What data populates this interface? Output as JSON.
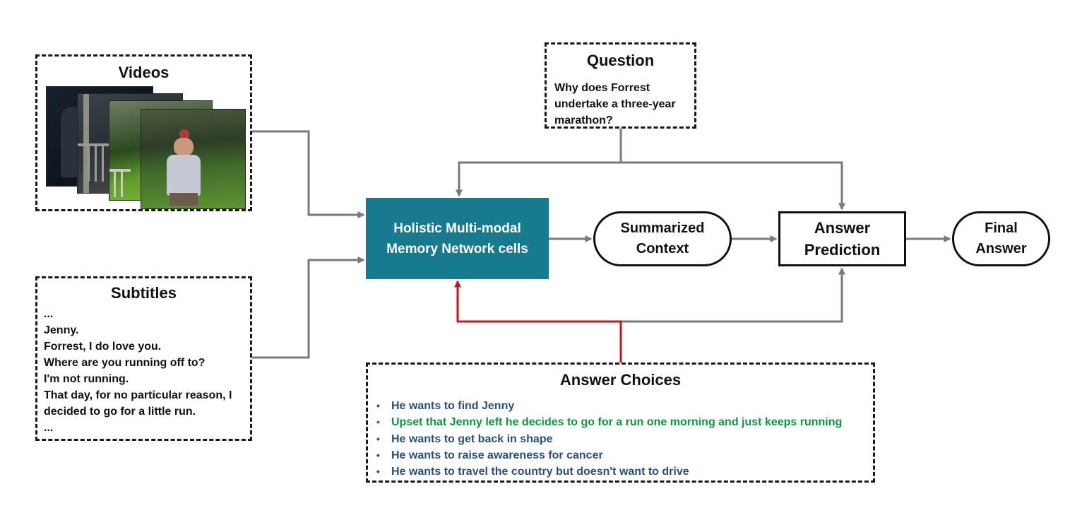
{
  "videos": {
    "title": "Videos"
  },
  "subtitles": {
    "title": "Subtitles",
    "lines": [
      "...",
      "Jenny.",
      "Forrest, I do love you.",
      "Where are you running off to?",
      "I'm not running.",
      "That day, for no particular reason, I",
      "decided to go for a little run.",
      "..."
    ]
  },
  "question": {
    "title": "Question",
    "text": "Why does Forrest undertake a three-year marathon?"
  },
  "memory_network": {
    "line1": "Holistic Multi-modal",
    "line2": "Memory Network cells"
  },
  "summarized_context": {
    "line1": "Summarized",
    "line2": "Context"
  },
  "answer_prediction": {
    "line1": "Answer",
    "line2": "Prediction"
  },
  "final_answer": {
    "line1": "Final",
    "line2": "Answer"
  },
  "answer_choices": {
    "title": "Answer Choices",
    "bullet": "•",
    "items": [
      {
        "text": "He wants to find Jenny",
        "correct": false
      },
      {
        "text": "Upset that Jenny left he decides to go for a run one morning and just keeps running",
        "correct": true
      },
      {
        "text": "He wants to get back in shape",
        "correct": false
      },
      {
        "text": "He wants to raise awareness for cancer",
        "correct": false
      },
      {
        "text": "He wants to travel the country but doesn't want to drive",
        "correct": false
      }
    ]
  },
  "colors": {
    "memory_cell_fill": "#177a8f",
    "arrow_gray": "#7a7a7a",
    "arrow_red": "#c0161c",
    "choice_blue": "#2b4f7e",
    "choice_correct_green": "#0a9a3d"
  }
}
